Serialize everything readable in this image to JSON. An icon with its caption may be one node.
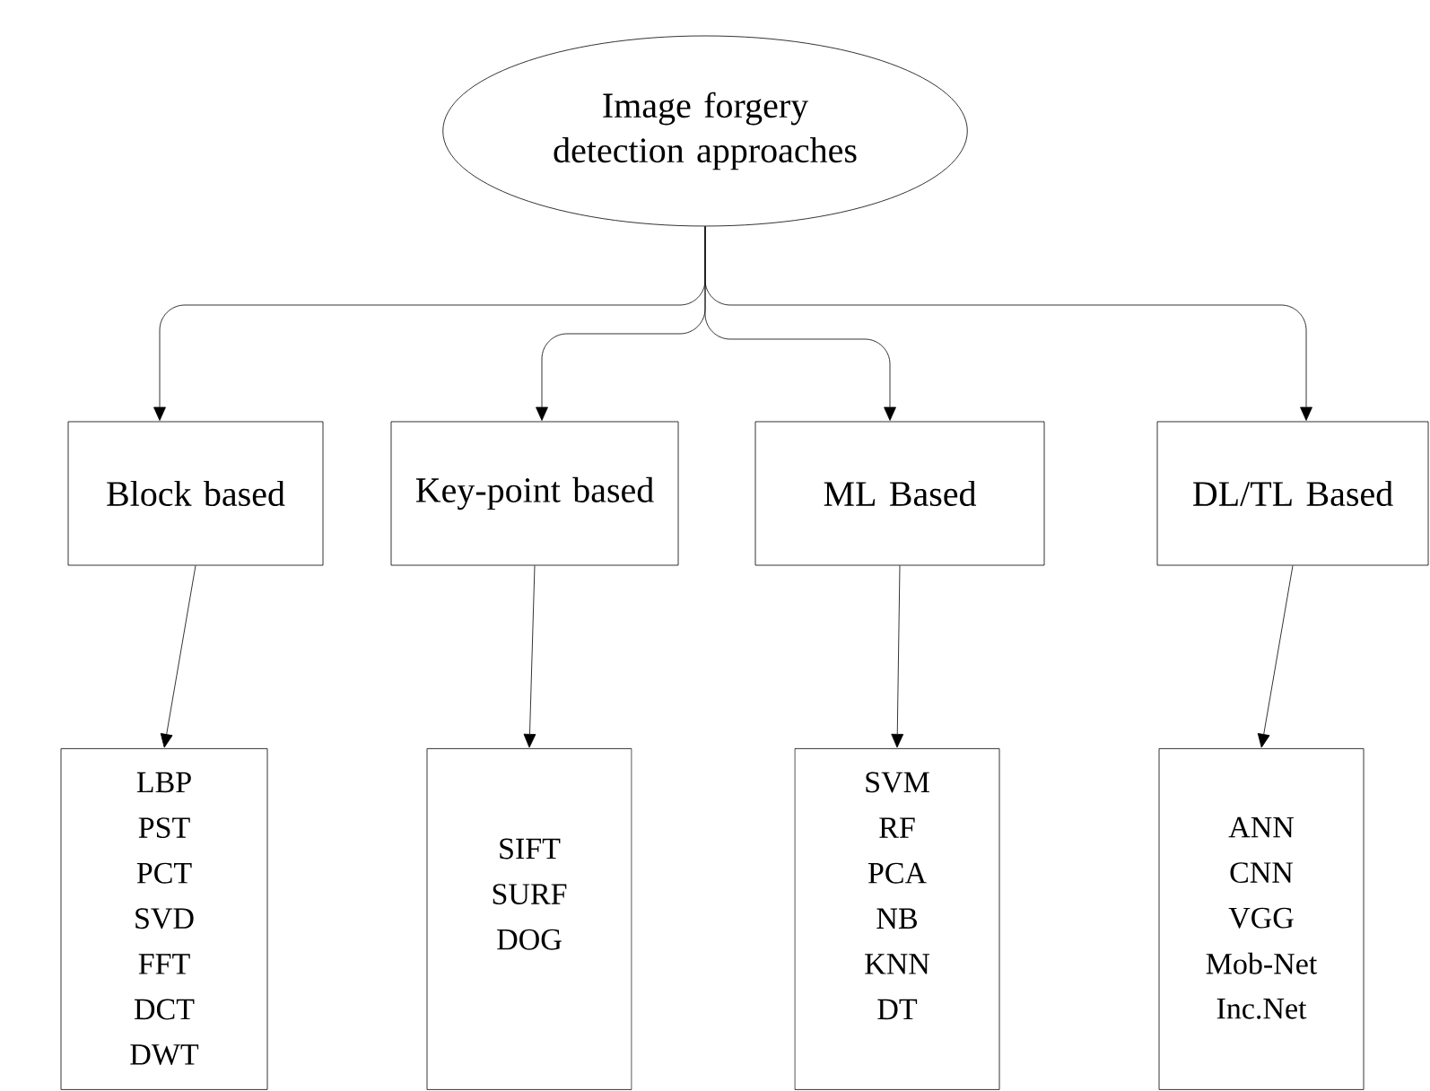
{
  "diagram": {
    "nodes": [
      {
        "text": [
          "Image forgery detection approaches"
        ]
      },
      {
        "text": [
          "Block based"
        ]
      },
      {
        "text": [
          "Key-point based"
        ]
      },
      {
        "text": [
          "ML Based"
        ]
      },
      {
        "text": [
          "DL/TL Based"
        ]
      },
      {
        "text": [
          "LBP",
          "PST",
          "PCT",
          "SVD",
          "FFT",
          "DCT",
          "DWT"
        ]
      },
      {
        "text": [
          "SIFT",
          "SURF",
          "DOG"
        ]
      },
      {
        "text": [
          "SVM",
          "RF",
          "PCA",
          "NB",
          "KNN",
          "DT"
        ]
      },
      {
        "text": [
          "ANN",
          "CNN",
          "VGG",
          "Mob-Net",
          "Inc.Net"
        ]
      }
    ],
    "edges": [
      {
        "from": 0,
        "to": 1,
        "arrow": "to"
      },
      {
        "from": 0,
        "to": 2,
        "arrow": "to"
      },
      {
        "from": 0,
        "to": 3,
        "arrow": "to"
      },
      {
        "from": 0,
        "to": 4,
        "arrow": "to"
      },
      {
        "from": 1,
        "to": 5,
        "arrow": "to"
      },
      {
        "from": 2,
        "to": 6,
        "arrow": "to"
      },
      {
        "from": 3,
        "to": 7,
        "arrow": "to"
      },
      {
        "from": 4,
        "to": 8,
        "arrow": "to"
      }
    ]
  }
}
